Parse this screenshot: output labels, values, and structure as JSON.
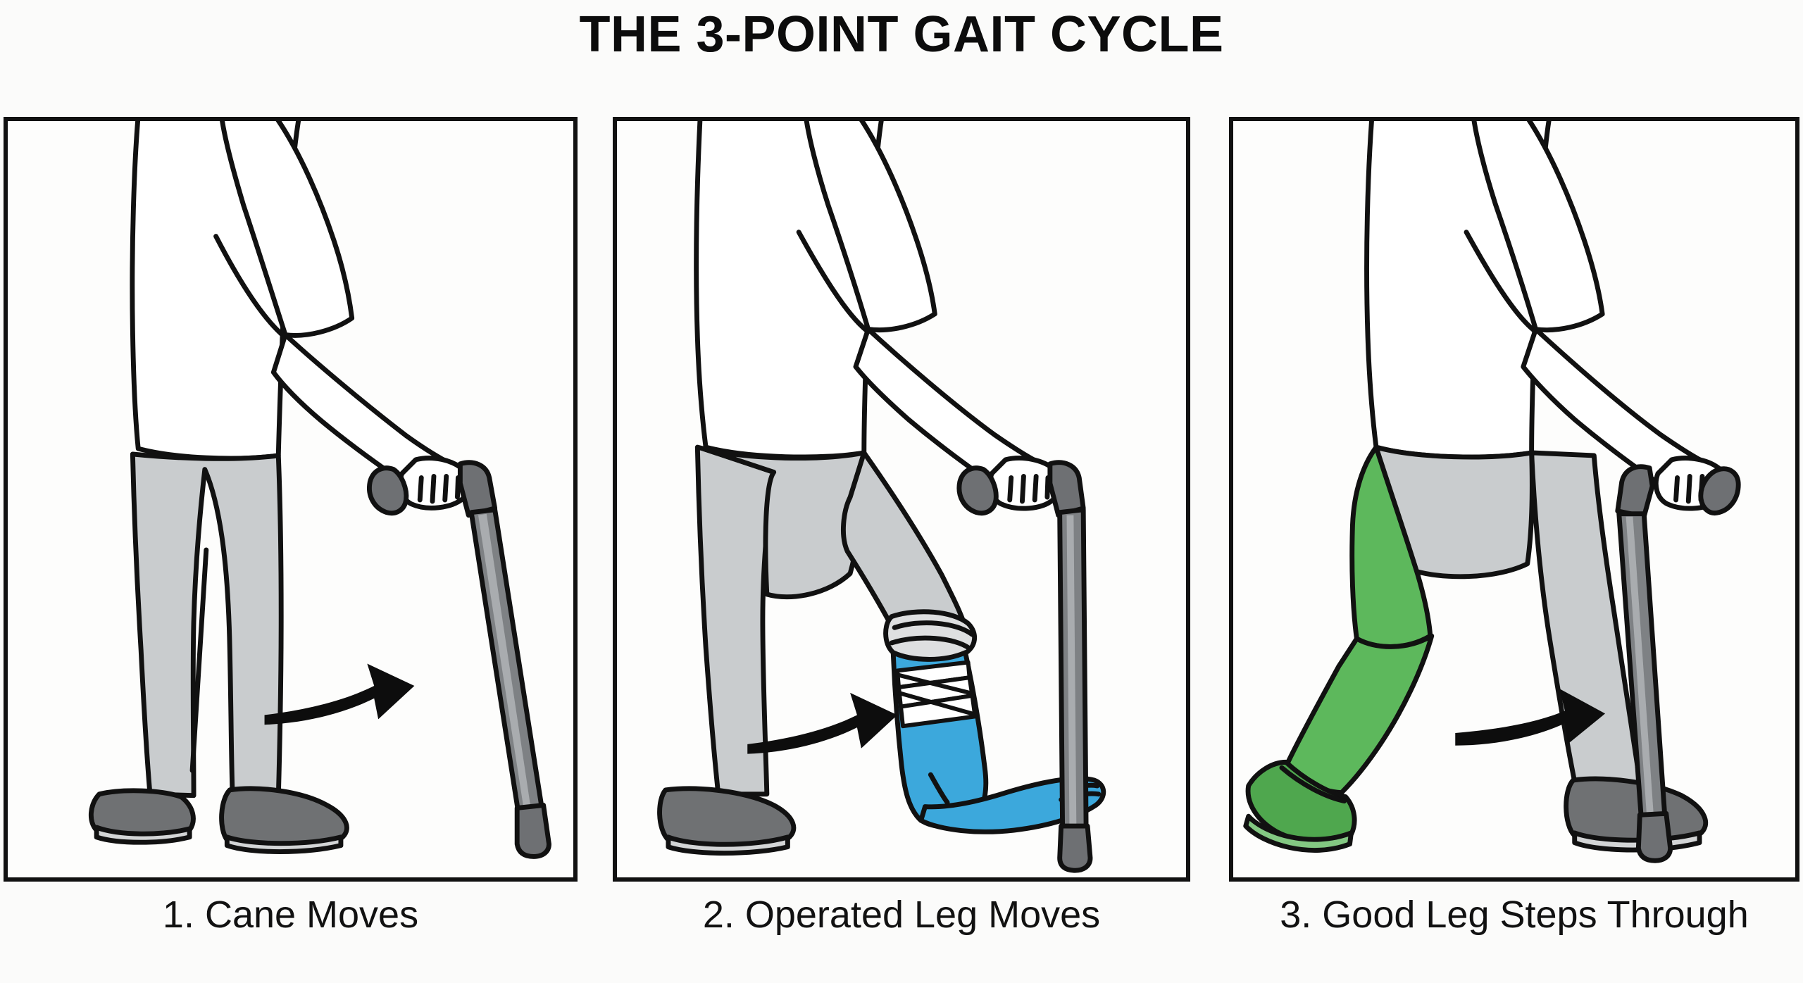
{
  "title": "THE 3-POINT GAIT CYCLE",
  "colors": {
    "outline": "#111111",
    "shirt": "#ffffff",
    "pants_gray": "#c9ccce",
    "shoe_gray": "#6f7173",
    "shoe_gray_dark": "#58595b",
    "cane_gray": "#6e7073",
    "cane_gray_light": "#8d9093",
    "operated_leg_blue": "#3ca8dc",
    "bandage_white": "#ffffff",
    "good_leg_green": "#5db85c",
    "good_shoe_green": "#4fa74e",
    "arrow_black": "#0d0d0d",
    "background": "#fbfbfa",
    "panel_background": "#fdfdfc"
  },
  "panels": [
    {
      "index": "1",
      "caption": "1. Cane Moves",
      "figure_name": "person-with-cane-stance",
      "arrow_name": "forward-motion-arrow",
      "highlight": "none",
      "description": "Person standing upright, cane advanced forward"
    },
    {
      "index": "2",
      "caption": "2. Operated Leg Moves",
      "figure_name": "person-advancing-operated-leg",
      "arrow_name": "forward-motion-arrow",
      "highlight": "operated-leg-blue-bandaged",
      "description": "Bandaged blue operated leg swings forward to meet the cane"
    },
    {
      "index": "3",
      "caption": "3. Good Leg Steps Through",
      "figure_name": "person-stepping-through-good-leg",
      "arrow_name": "forward-motion-arrow",
      "highlight": "good-leg-green",
      "description": "Unaffected green leg steps past the cane and operated leg"
    }
  ]
}
